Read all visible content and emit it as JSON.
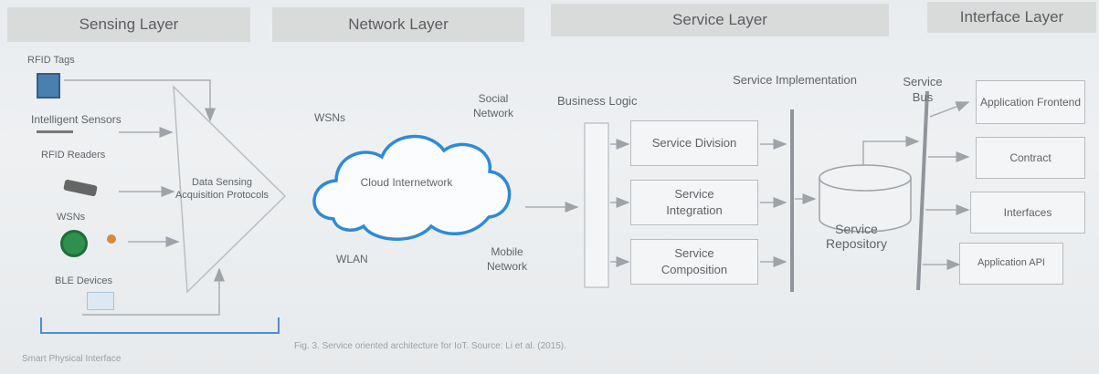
{
  "layers": {
    "sensing": "Sensing Layer",
    "network": "Network Layer",
    "service": "Service Layer",
    "interface": "Interface Layer"
  },
  "sensing": {
    "rfid_tags": "RFID Tags",
    "intelligent_sensors": "Intelligent Sensors",
    "rfid_readers": "RFID Readers",
    "wsns": "WSNs",
    "ble_devices": "BLE Devices",
    "protocols": "Data Sensing Acquisition Protocols",
    "footer": "Smart Physical Interface"
  },
  "network": {
    "wsns": "WSNs",
    "social": "Social Network",
    "cloud": "Cloud Internetwork",
    "wlan": "WLAN",
    "mobile": "Mobile Network"
  },
  "service": {
    "business_logic": "Business Logic",
    "implementation": "Service Implementation",
    "division": "Service Division",
    "integration": "Service Integration",
    "composition": "Service Composition",
    "repository": "Service Repository",
    "bus": "Service Bus"
  },
  "interface": {
    "frontend": "Application Frontend",
    "contract": "Contract",
    "interfaces": "Interfaces",
    "api": "Application API"
  },
  "caption": "Fig. 3. Service oriented architecture for IoT. Source: Li et al. (2015)."
}
